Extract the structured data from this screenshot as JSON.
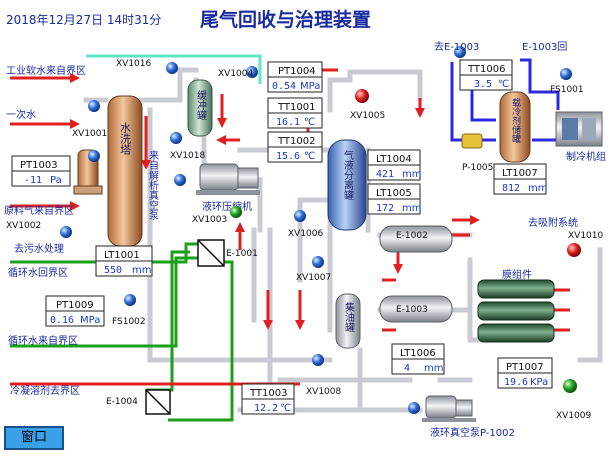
{
  "header": {
    "datetime": "2018年12月27日   14时31分",
    "title": "尾气回收与治理装置"
  },
  "labels": {
    "industrial_water": "工业软水来自界区",
    "primary_water": "一次水",
    "raw_gas": "原料气来自界区",
    "to_sewage": "去污水处理",
    "circ_water_return": "循环水回界区",
    "circ_water_supply": "循环水来自界区",
    "chilled_solvent": "冷凝溶剂去界区",
    "to_e1003": "去E-1003",
    "from_e1003": "E-1003回",
    "to_adsorption": "去吸附系统",
    "membrane": "膜组件",
    "chiller": "制冷机组",
    "ring_compressor": "液环压缩机",
    "ring_vacuum_pump": "液环真空泵P-1002",
    "water_wash_tower": "水洗塔",
    "from_analysis_vacuum": "来自解析真空泵",
    "buffer_tank": "缓冲罐",
    "gas_liquid_separator": "气液分离罐",
    "collect_tank": "集油罐",
    "coolant_tank": "载冷剂储罐"
  },
  "tags": {
    "xv1016": "XV1016",
    "xv1004": "XV1004",
    "xv1001": "XV1001",
    "xv1018": "XV1018",
    "xv1003": "XV1003",
    "xv1005": "XV1005",
    "xv1002": "XV1002",
    "xv1006": "XV1006",
    "xv1007": "XV1007",
    "xv1008": "XV1008",
    "xv1009": "XV1009",
    "xv1010": "XV1010",
    "fs1001": "FS1001",
    "fs1002": "FS1002",
    "p1005": "P-1005",
    "e1001": "E-1001",
    "e1002": "E-1002",
    "e1003": "E-1003",
    "e1004": "E-1004"
  },
  "instruments": {
    "pt1004": {
      "tag": "PT1004",
      "value": "0.54",
      "unit": "MPa"
    },
    "tt1001": {
      "tag": "TT1001",
      "value": "16.1",
      "unit": "℃"
    },
    "tt1002": {
      "tag": "TT1002",
      "value": "15.6",
      "unit": "℃"
    },
    "pt1003": {
      "tag": "PT1003",
      "value": "-11",
      "unit": "Pa"
    },
    "lt1001": {
      "tag": "LT1001",
      "value": "550",
      "unit": "mm"
    },
    "lt1004": {
      "tag": "LT1004",
      "value": "421",
      "unit": "mm"
    },
    "lt1005": {
      "tag": "LT1005",
      "value": "172",
      "unit": "mm"
    },
    "tt1006": {
      "tag": "TT1006",
      "value": "3.5",
      "unit": "℃"
    },
    "lt1007": {
      "tag": "LT1007",
      "value": "812",
      "unit": "mm"
    },
    "pt1009": {
      "tag": "PT1009",
      "value": "0.16",
      "unit": "MPa"
    },
    "lt1006": {
      "tag": "LT1006",
      "value": "4",
      "unit": "mm"
    },
    "tt1003": {
      "tag": "TT1003",
      "value": "12.2",
      "unit": "℃"
    },
    "pt1007": {
      "tag": "PT1007",
      "value": "19.6",
      "unit": "KPa"
    }
  },
  "footer": {
    "window_button": "窗口"
  },
  "colors": {
    "background": "#ffffff",
    "water_line": "#5ee6c8",
    "red_line": "#e02020",
    "blue_line": "#2a2ae0",
    "green_line": "#1aa01a",
    "pipe_gray": "#c8ccd2",
    "button": "#3aa0e8"
  }
}
